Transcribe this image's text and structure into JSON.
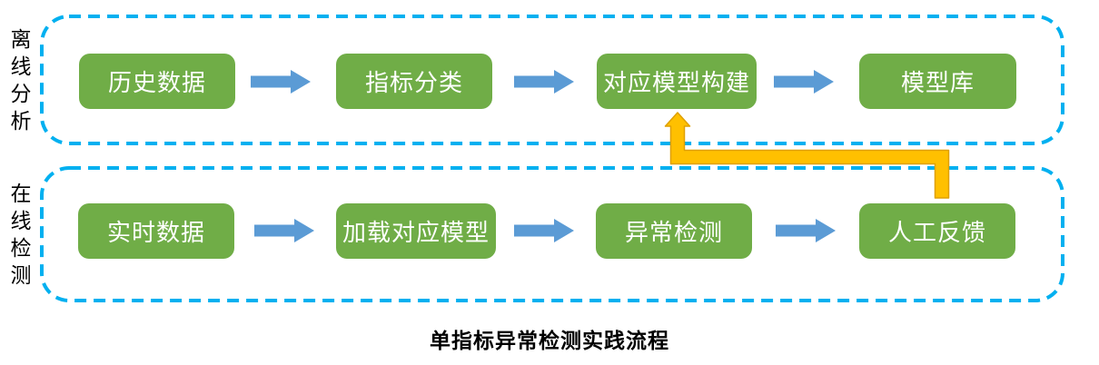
{
  "diagram_title": "单指标异常检测实践流程",
  "groups": [
    {
      "label": "离线分析",
      "nodes": [
        {
          "label": "历史数据"
        },
        {
          "label": "指标分类"
        },
        {
          "label": "对应模型构建"
        },
        {
          "label": "模型库"
        }
      ]
    },
    {
      "label": "在线检测",
      "nodes": [
        {
          "label": "实时数据"
        },
        {
          "label": "加载对应模型"
        },
        {
          "label": "异常检测"
        },
        {
          "label": "人工反馈"
        }
      ]
    }
  ],
  "connectors": {
    "feedback_arrow": {
      "from": "人工反馈",
      "to": "对应模型构建"
    }
  },
  "colors": {
    "node_fill": "#70AD47",
    "node_text": "#FFFFFF",
    "flow_arrow": "#5B9BD5",
    "container_border": "#00B0F0",
    "feedback_fill": "#FFC000",
    "feedback_stroke": "#DFA000",
    "group_label": "#000000",
    "caption": "#000000"
  }
}
